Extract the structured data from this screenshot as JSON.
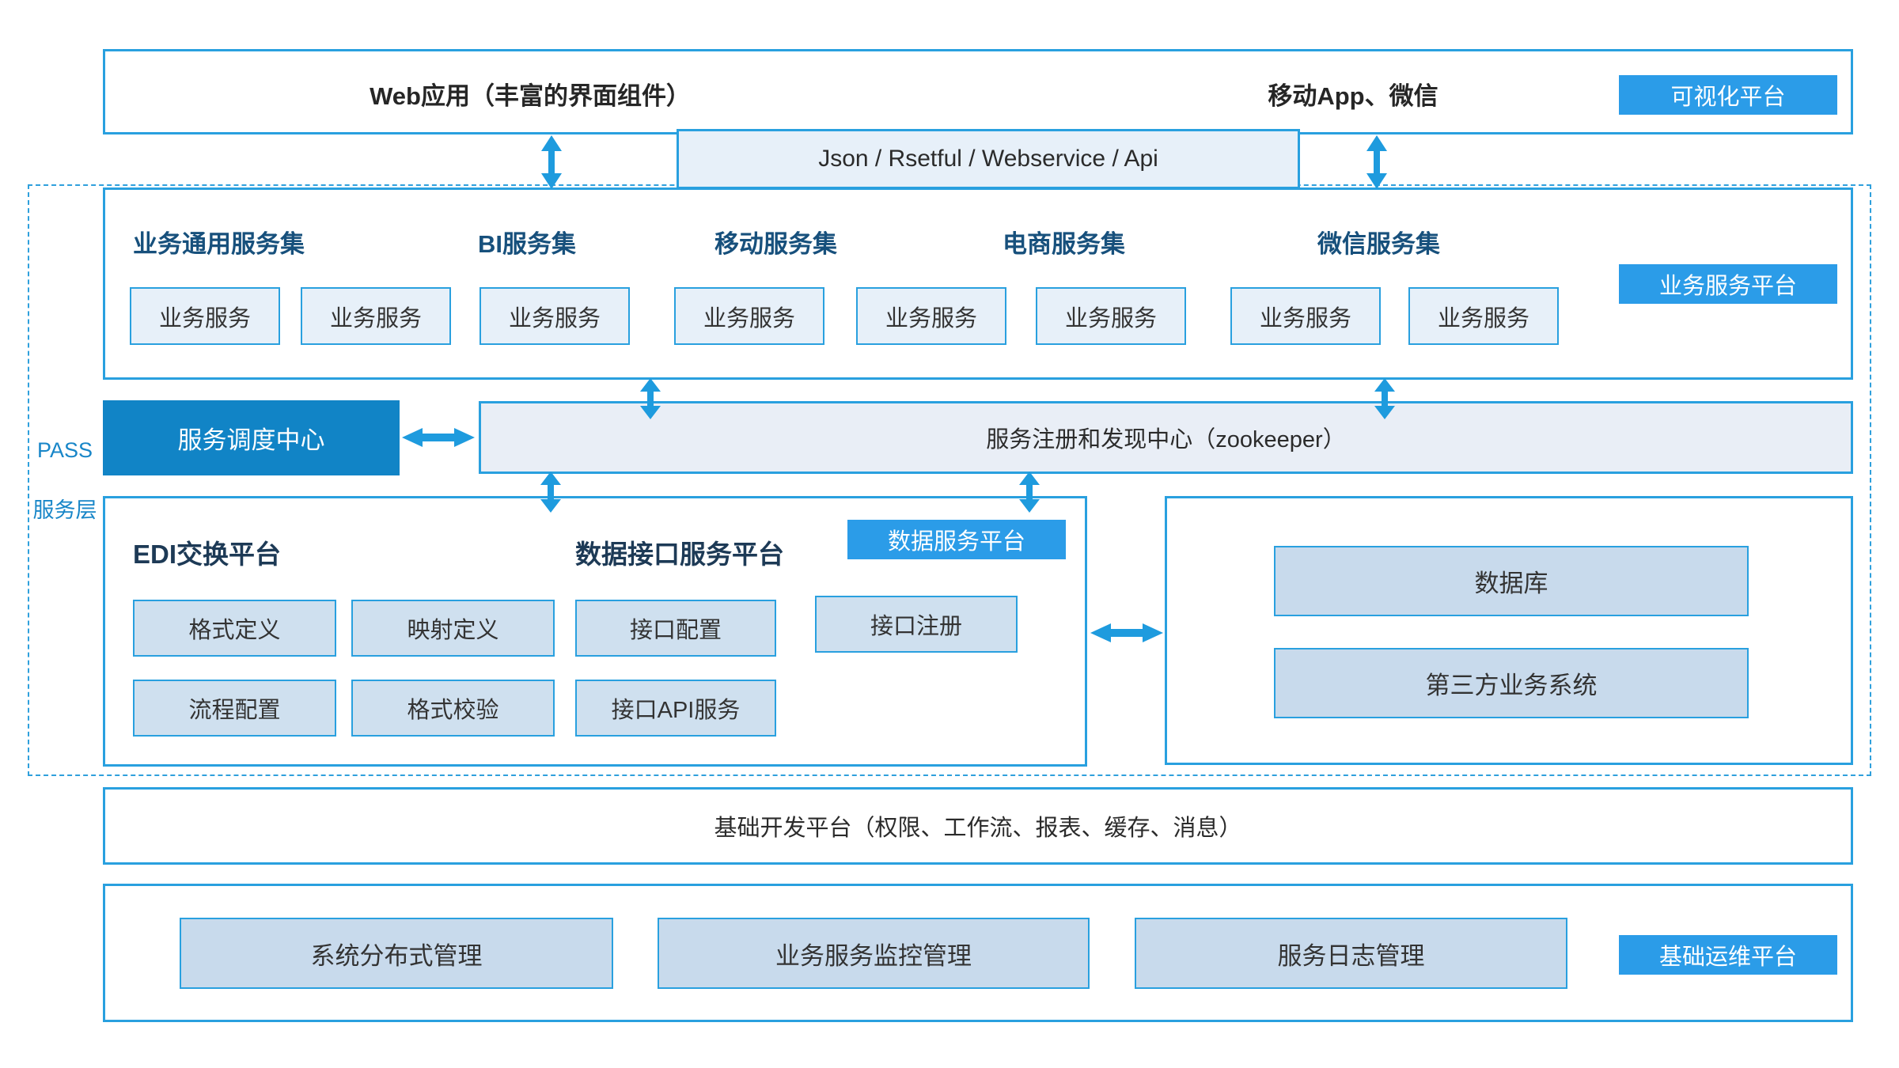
{
  "colors": {
    "accent": "#2B9CE8",
    "section_border": "#29A0DF",
    "dark_box": "#1184C6",
    "arrow": "#1E9BDE",
    "service_box_fill": "#E7F0F9",
    "tool_box_fill": "#CFE0EF",
    "ops_box_fill": "#C8DAEC",
    "registry_fill": "#E9EEF6",
    "group_header_text": "#17507C",
    "pass_label_text": "#1886C8"
  },
  "top": {
    "web_label": "Web应用（丰富的界面组件）",
    "mobile_label": "移动App、微信",
    "badge": "可视化平台"
  },
  "api_bar": {
    "label": "Json  /  Rsetful  /  Webservice  /  Api"
  },
  "pass_layer": {
    "line1": "PASS",
    "line2": "服务层"
  },
  "business_platform": {
    "badge": "业务服务平台",
    "groups": [
      {
        "title": "业务通用服务集",
        "services": [
          "业务服务",
          "业务服务"
        ]
      },
      {
        "title": "BI服务集",
        "services": [
          "业务服务"
        ]
      },
      {
        "title": "移动服务集",
        "services": [
          "业务服务",
          "业务服务"
        ]
      },
      {
        "title": "电商服务集",
        "services": [
          "业务服务"
        ]
      },
      {
        "title": "微信服务集",
        "services": [
          "业务服务",
          "业务服务"
        ]
      }
    ]
  },
  "scheduling_center": {
    "label": "服务调度中心"
  },
  "registry": {
    "label": "服务注册和发现中心（zookeeper）"
  },
  "data_platform": {
    "badge": "数据服务平台",
    "edi_title": "EDI交换平台",
    "interface_title": "数据接口服务平台",
    "row1": [
      "格式定义",
      "映射定义",
      "接口配置",
      "接口注册"
    ],
    "row2": [
      "流程配置",
      "格式校验",
      "接口API服务"
    ]
  },
  "external_systems": {
    "items": [
      "数据库",
      "第三方业务系统"
    ]
  },
  "dev_platform": {
    "label": "基础开发平台（权限、工作流、报表、缓存、消息）"
  },
  "ops_platform": {
    "badge": "基础运维平台",
    "items": [
      "系统分布式管理",
      "业务服务监控管理",
      "服务日志管理"
    ]
  }
}
